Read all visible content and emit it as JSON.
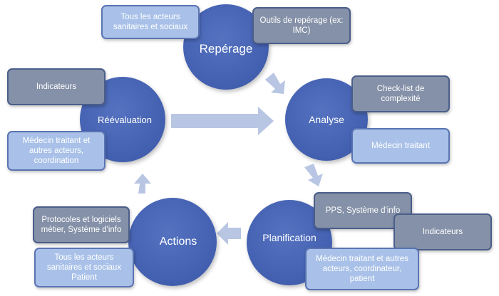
{
  "nodes": {
    "reperage": "Repérage",
    "analyse": "Analyse",
    "planification": "Planification",
    "actions": "Actions",
    "reevaluation": "Réévaluation"
  },
  "boxes": {
    "reperage_acteurs": "Tous les acteurs sanitaires et sociaux",
    "reperage_outils": "Outils de repérage (ex: IMC)",
    "analyse_checklist": "Check-list de complexité",
    "analyse_medecin": "Médecin traitant",
    "planif_pps": "PPS, Système d'info",
    "planif_indicateurs": "Indicateurs",
    "planif_medecin": "Médecin traitant et autres acteurs, coordinateur, patient",
    "actions_protocoles": "Protocoles et logiciels métier, Système d'info",
    "actions_acteurs": "Tous les acteurs sanitaires et sociaux Patient",
    "reeval_indicateurs": "Indicateurs",
    "reeval_medecin": "Médecin traitant et autres acteurs, coordination"
  },
  "colors": {
    "circle": "#4562b2",
    "grey_box": "#8591a8",
    "blue_box": "#a9c1e8",
    "arrow": "#b8c6e3"
  }
}
